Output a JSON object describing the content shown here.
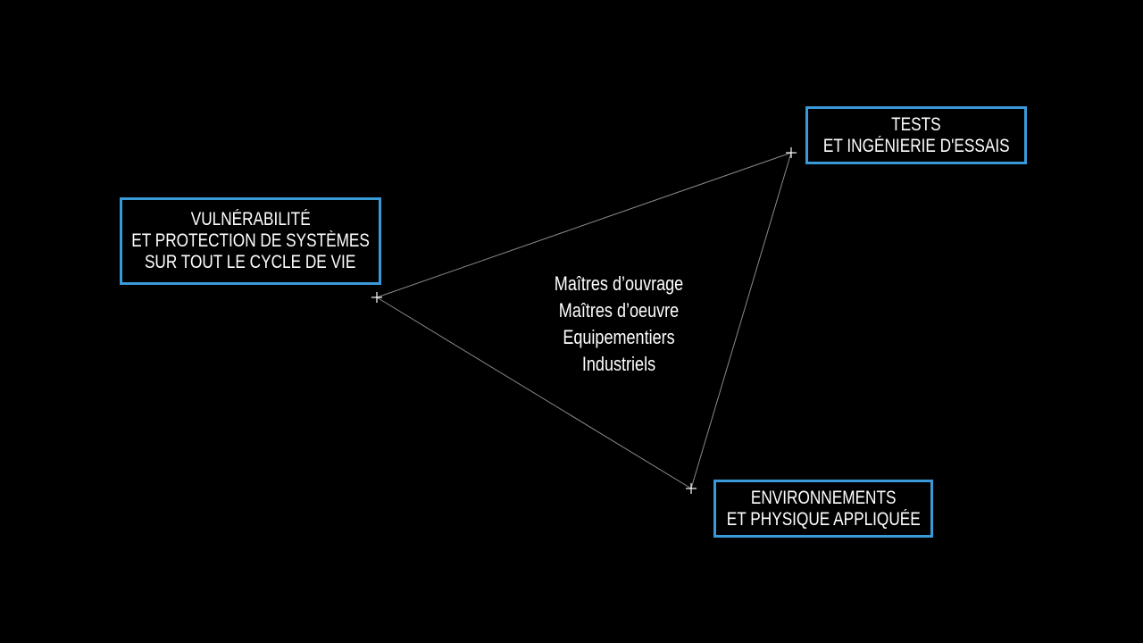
{
  "nodes": {
    "left": {
      "lines": [
        "VULNÉRABILITÉ",
        "ET PROTECTION DE SYSTÈMES",
        "SUR TOUT LE CYCLE DE VIE"
      ]
    },
    "top_right": {
      "lines": [
        "TESTS",
        "ET INGÉNIERIE D'ESSAIS"
      ]
    },
    "bottom": {
      "lines": [
        "ENVIRONNEMENTS",
        "ET PHYSIQUE APPLIQUÉE"
      ]
    }
  },
  "center": {
    "lines": [
      "Maîtres d’ouvrage",
      "Maîtres d’oeuvre",
      "Equipementiers",
      "Industriels"
    ]
  },
  "colors": {
    "accent": "#3a9ad9",
    "background": "#000000",
    "edge": "#8a8a8a"
  }
}
